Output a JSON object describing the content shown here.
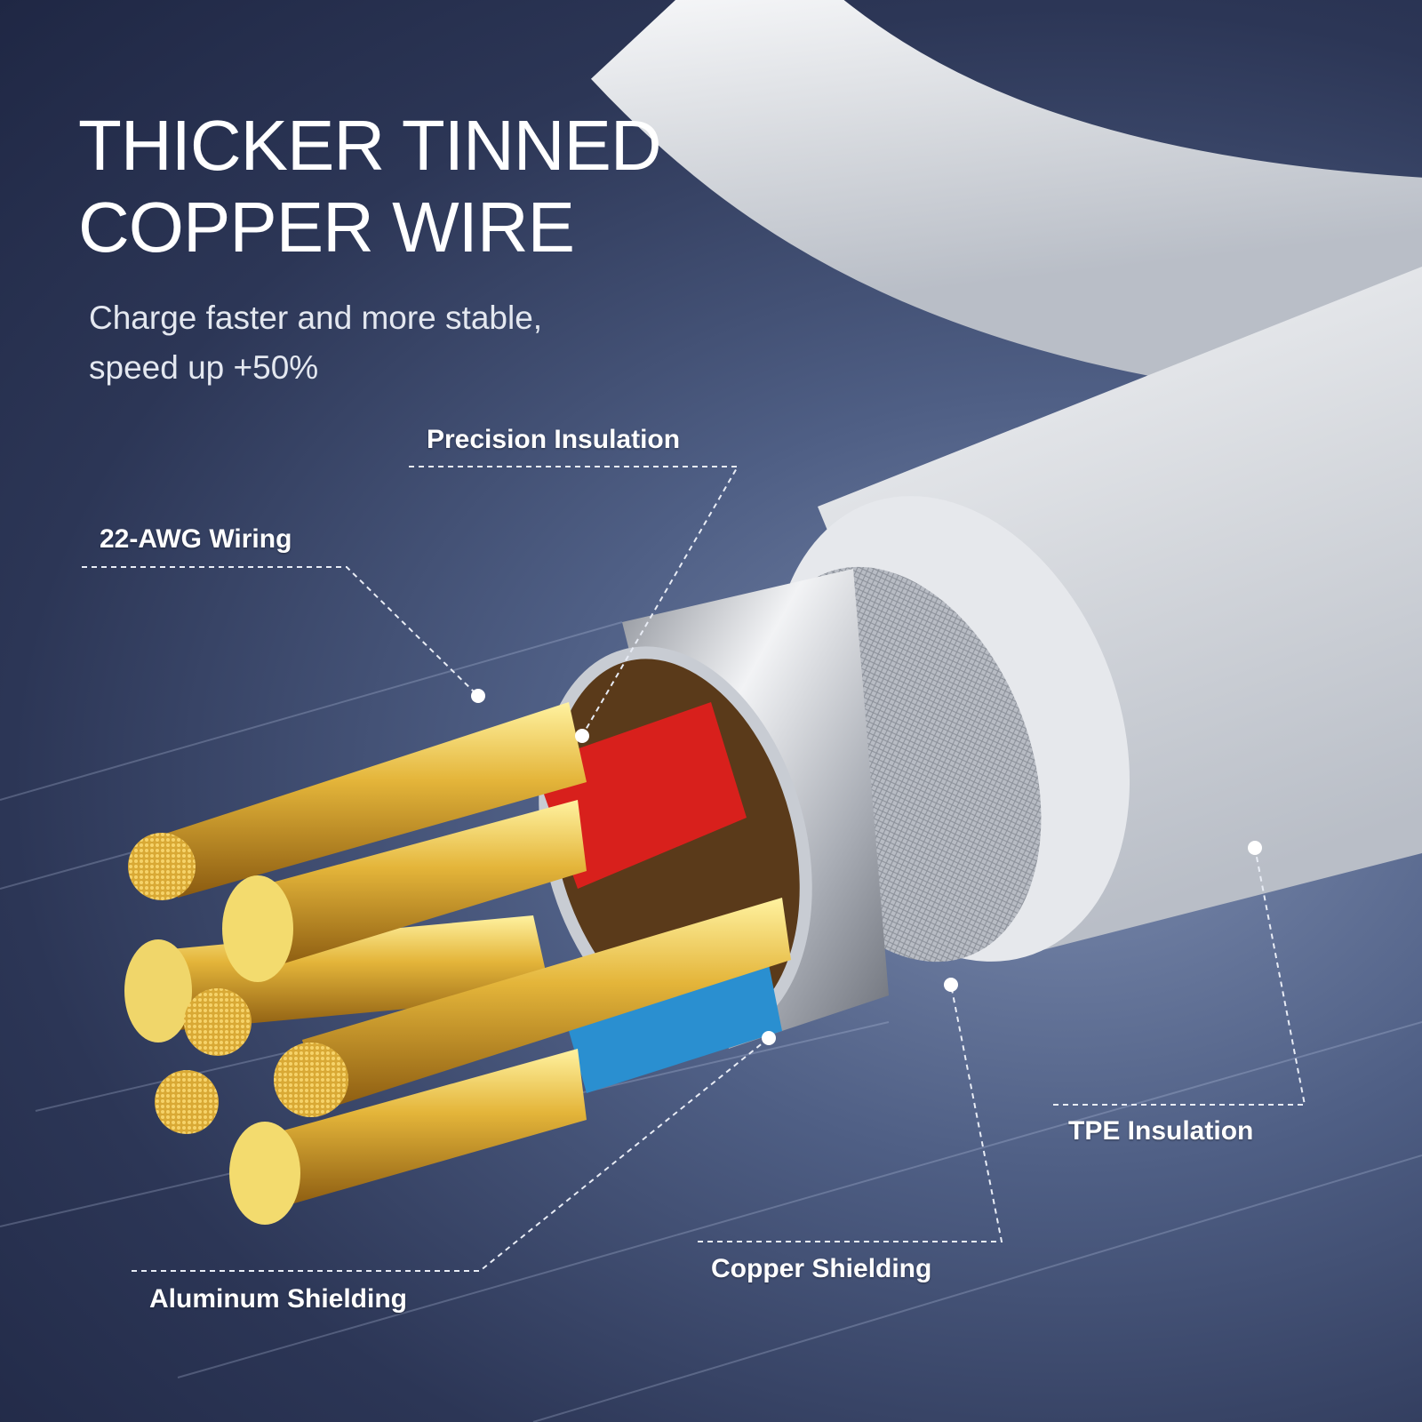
{
  "headline": {
    "line1": "THICKER TINNED",
    "line2": "COPPER WIRE"
  },
  "subtitle": {
    "line1": "Charge faster and more stable,",
    "line2": "speed up +50%"
  },
  "callouts": {
    "precision_insulation": "Precision Insulation",
    "awg_wiring": "22-AWG Wiring",
    "aluminum_shielding": "Aluminum Shielding",
    "copper_shielding": "Copper Shielding",
    "tpe_insulation": "TPE Insulation"
  },
  "colors": {
    "background": "#2c3656",
    "gold": "#e0b23a",
    "red_insulation": "#d8201c",
    "blue_insulation": "#2a8fd0",
    "braid": "#e8eaee"
  }
}
